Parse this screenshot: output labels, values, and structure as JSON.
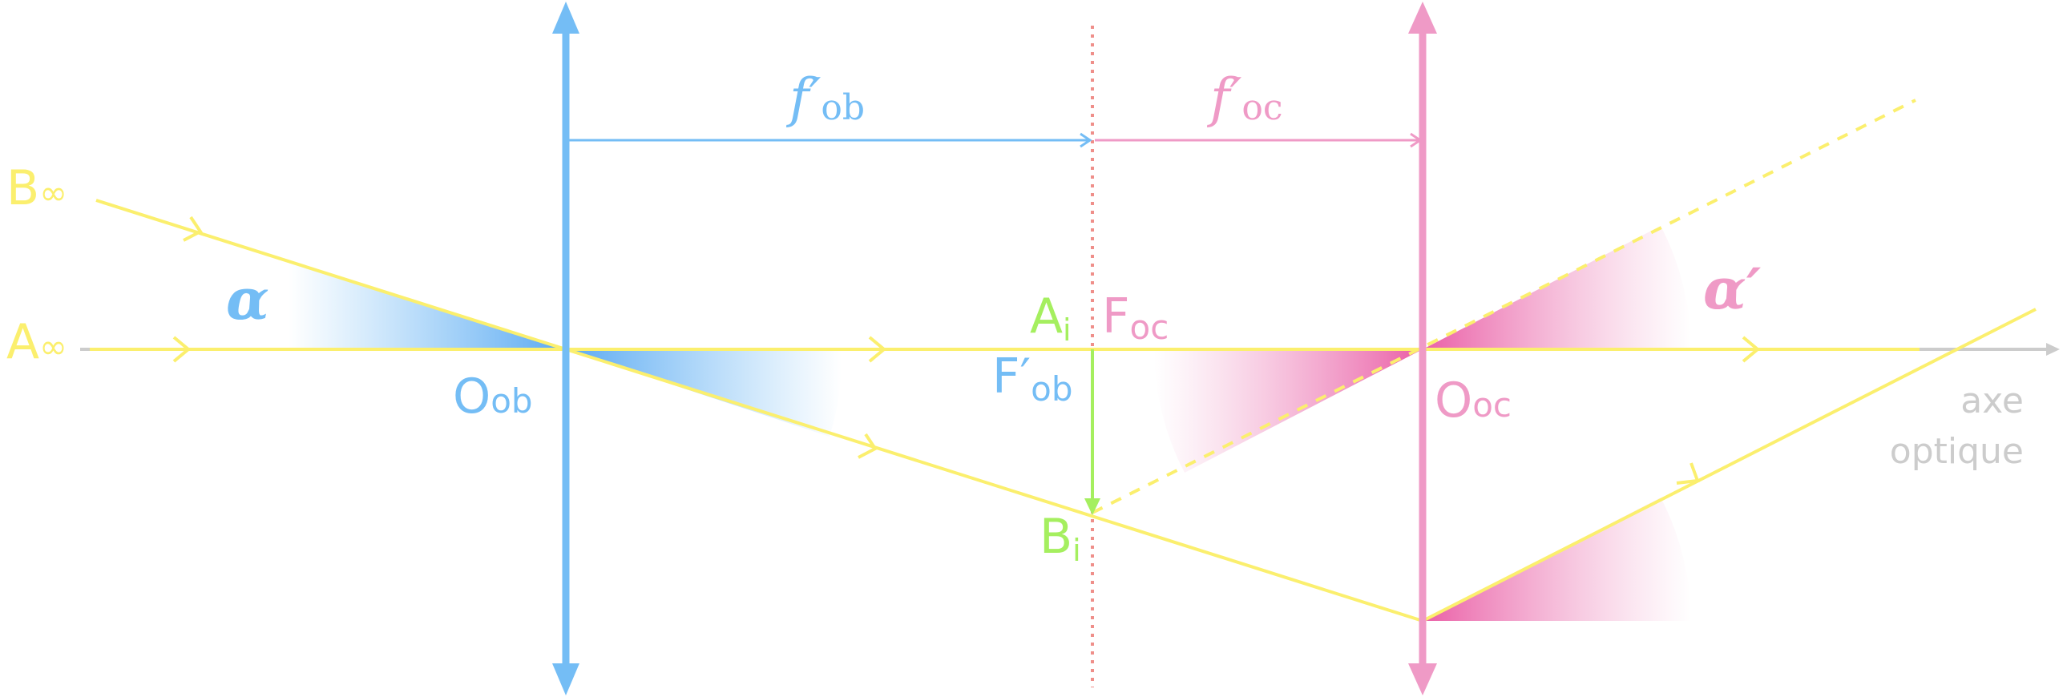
{
  "labels": {
    "b_inf": "B",
    "b_inf_sub": "∞",
    "a_inf": "A",
    "a_inf_sub": "∞",
    "alpha": "α",
    "alpha_prime": "α′",
    "o_ob": "O",
    "o_ob_sub": "ob",
    "o_oc": "O",
    "o_oc_sub": "oc",
    "a_i": "A",
    "a_i_sub": "i",
    "b_i": "B",
    "b_i_sub": "i",
    "f_oc": "F",
    "f_oc_sub": "oc",
    "f_prime_ob": "F′",
    "f_prime_ob_sub": "ob",
    "focal_ob": "f′",
    "focal_ob_sub": "ob",
    "focal_oc": "f′",
    "focal_oc_sub": "oc",
    "axis_line1": "axe",
    "axis_line2": "optique"
  },
  "colors": {
    "objective": "#74bdf5",
    "eyepiece": "#ef9ac6",
    "ray": "#fbef6e",
    "image": "#a5ef5f",
    "focal_plane": "#ef8f8a",
    "axis": "#cccccc"
  }
}
